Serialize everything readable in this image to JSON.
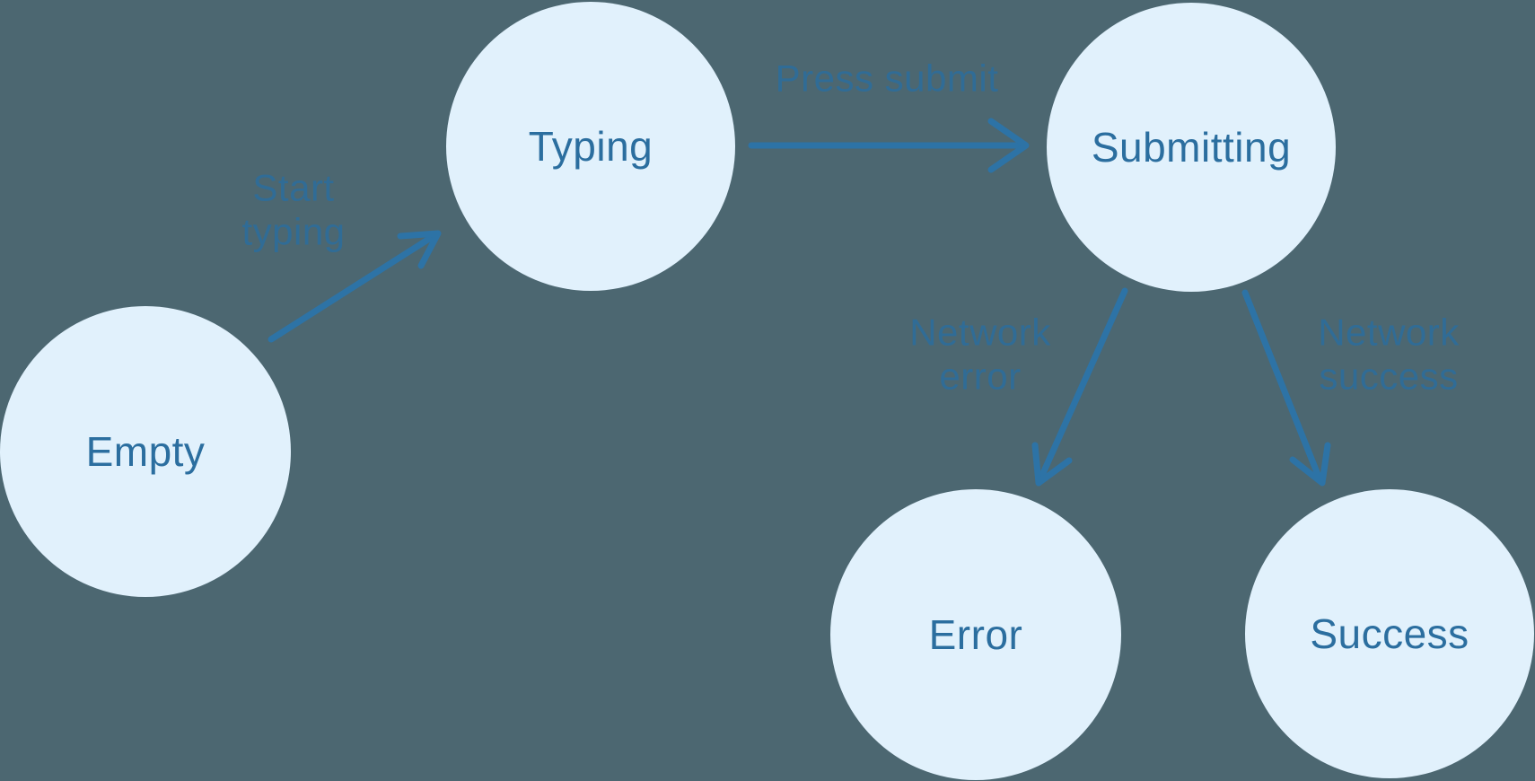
{
  "theme": {
    "background": "#4c6771",
    "node_fill": "#e1f1fc",
    "node_text_color": "#2b6e9f",
    "arrow_color": "#2d73a6",
    "edge_label_color": "#2b6e9f"
  },
  "diagram": {
    "type": "state-machine",
    "states": [
      {
        "id": "empty",
        "label": "Empty"
      },
      {
        "id": "typing",
        "label": "Typing"
      },
      {
        "id": "submitting",
        "label": "Submitting"
      },
      {
        "id": "error",
        "label": "Error"
      },
      {
        "id": "success",
        "label": "Success"
      }
    ],
    "transitions": [
      {
        "from": "Empty",
        "to": "Typing",
        "label": "Start typing",
        "lines": [
          "Start",
          "typing"
        ]
      },
      {
        "from": "Typing",
        "to": "Submitting",
        "label": "Press submit",
        "lines": [
          "Press submit"
        ]
      },
      {
        "from": "Submitting",
        "to": "Error",
        "label": "Network error",
        "lines": [
          "Network",
          "error"
        ]
      },
      {
        "from": "Submitting",
        "to": "Success",
        "label": "Network success",
        "lines": [
          "Network",
          "success"
        ]
      }
    ]
  }
}
